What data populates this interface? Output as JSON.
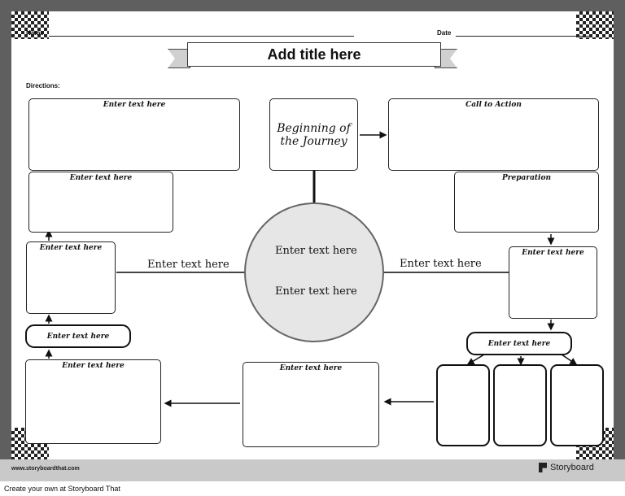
{
  "header": {
    "name_label": "Name",
    "date_label": "Date",
    "title": "Add title here",
    "directions_label": "Directions:"
  },
  "diagram": {
    "top_left_box": "Enter text here",
    "left_box_2": "Enter text here",
    "left_box_3": "Enter text here",
    "left_pill": "Enter text here",
    "bottom_left_box": "Enter text here",
    "bottom_center_box": "Enter text here",
    "beginning_box": "Beginning of the Journey",
    "call_to_action_box": "Call to Action",
    "preparation_box": "Preparation",
    "right_box_3": "Enter text here",
    "right_pill": "Enter text here",
    "circle_top": "Enter text here",
    "circle_bottom": "Enter text here",
    "left_line_text": "Enter text here",
    "right_line_text": "Enter text here"
  },
  "footer": {
    "url": "www.storyboardthat.com",
    "brand": "Storyboard",
    "caption": "Create your own at Storyboard That"
  }
}
